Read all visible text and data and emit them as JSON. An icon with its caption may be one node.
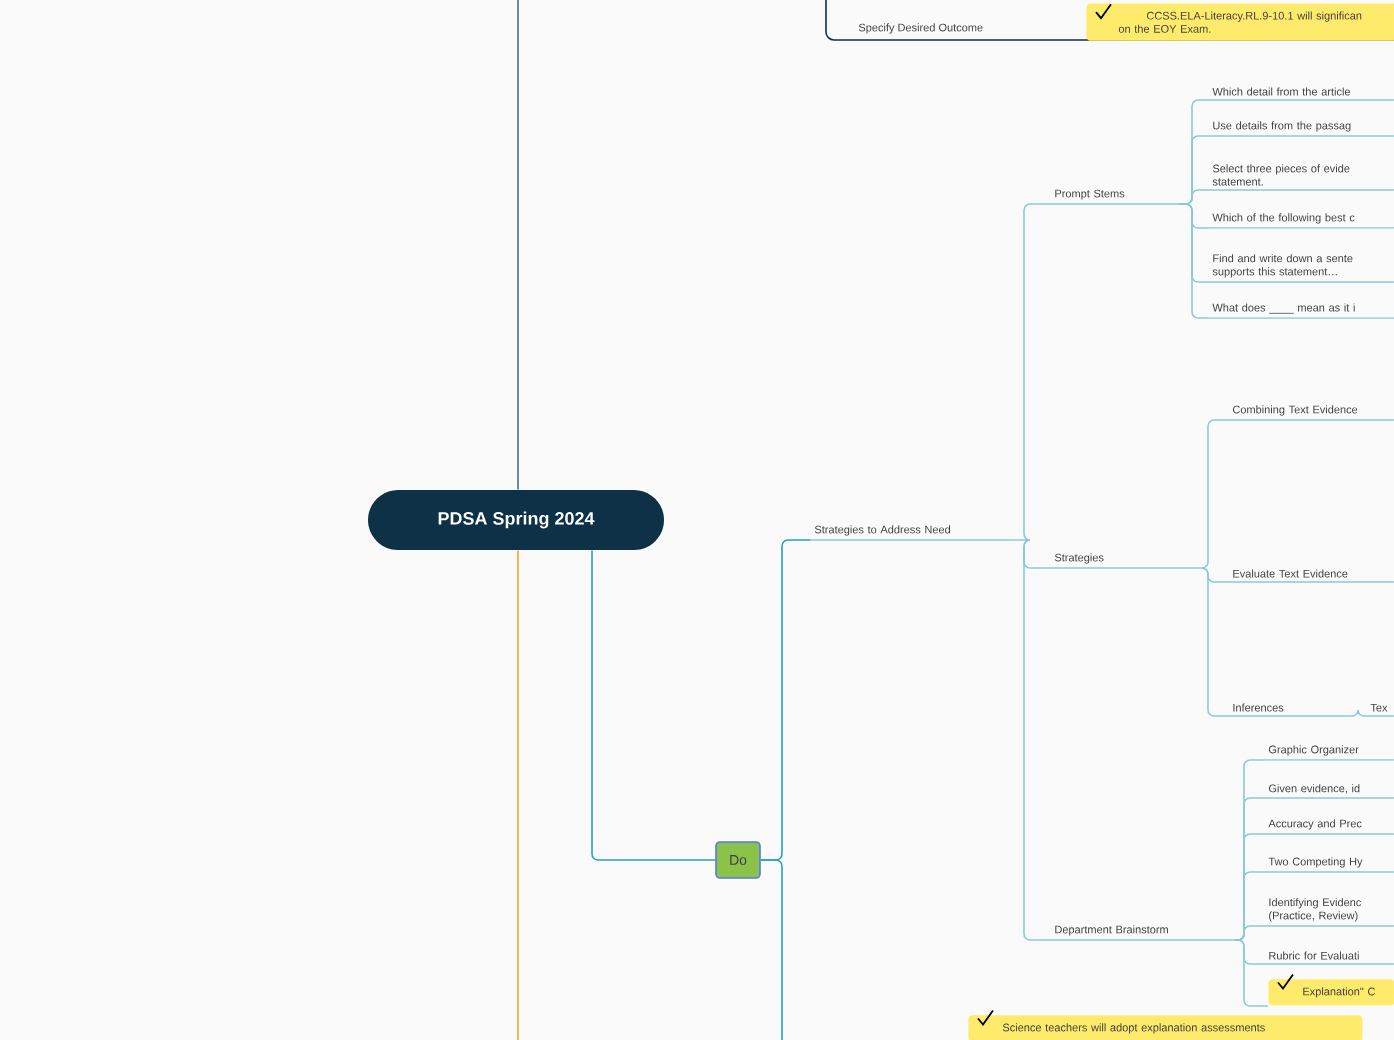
{
  "diagram": {
    "nodes": [
      {
        "text": [
          "PDSA Spring 2024"
        ]
      },
      {
        "text": [
          "Specify Desired Outcome"
        ]
      },
      {
        "text": [
          "CCSS.ELA-Literacy.RL.9-10.1 will significan on the EOY Exam."
        ],
        "in": 1
      },
      {
        "text": [
          "Do"
        ]
      },
      {
        "text": [
          "Strategies to Address Need"
        ]
      },
      {
        "text": [
          "Prompt Stems"
        ]
      },
      {
        "text": [
          "Which detail from the article"
        ]
      },
      {
        "text": [
          "Use details from the passag"
        ]
      },
      {
        "text": [
          "Select three pieces of evide statement."
        ]
      },
      {
        "text": [
          "Which of the following best c"
        ]
      },
      {
        "text": [
          "Find and write down a sente supports this statement…"
        ]
      },
      {
        "text": [
          "What does ____ mean as it i"
        ]
      },
      {
        "text": [
          "Strategies"
        ]
      },
      {
        "text": [
          "Combining Text Evidence"
        ]
      },
      {
        "text": [
          "Evaluate Text Evidence"
        ]
      },
      {
        "text": [
          "Inferences"
        ]
      },
      {
        "text": [
          "Tex"
        ]
      },
      {
        "text": [
          "Department Brainstorm"
        ]
      },
      {
        "text": [
          "Graphic Organizer"
        ]
      },
      {
        "text": [
          "Given evidence, id"
        ]
      },
      {
        "text": [
          "Accuracy and Prec"
        ]
      },
      {
        "text": [
          "Two Competing Hy"
        ]
      },
      {
        "text": [
          "Identifying Evidenc (Practice, Review)"
        ]
      },
      {
        "text": [
          "Rubric for Evaluati"
        ]
      },
      {
        "text": [
          "Explanation\" C"
        ]
      },
      {
        "text": [
          "Science teachers will adopt explanation assessments"
        ]
      }
    ],
    "edges": [
      {
        "from": 0,
        "to": null,
        "arrow": "none",
        "color": "#4e6e7e"
      },
      {
        "from": 0,
        "to": null,
        "arrow": "none",
        "color": "#f5a623"
      },
      {
        "from": 0,
        "to": 3,
        "arrow": "none",
        "color": "#2a9fc0"
      },
      {
        "from": 3,
        "to": 4,
        "arrow": "none",
        "color": "#2a9fc0"
      },
      {
        "from": 3,
        "to": null,
        "arrow": "none",
        "color": "#2a9fc0"
      },
      {
        "from": 4,
        "to": 5,
        "arrow": "none"
      },
      {
        "from": 4,
        "to": 12,
        "arrow": "none"
      },
      {
        "from": 4,
        "to": 17,
        "arrow": "none"
      },
      {
        "from": 5,
        "to": 6,
        "arrow": "none"
      },
      {
        "from": 5,
        "to": 7,
        "arrow": "none"
      },
      {
        "from": 5,
        "to": 8,
        "arrow": "none"
      },
      {
        "from": 5,
        "to": 9,
        "arrow": "none"
      },
      {
        "from": 5,
        "to": 10,
        "arrow": "none"
      },
      {
        "from": 5,
        "to": 11,
        "arrow": "none"
      },
      {
        "from": 12,
        "to": 13,
        "arrow": "none"
      },
      {
        "from": 12,
        "to": 14,
        "arrow": "none"
      },
      {
        "from": 12,
        "to": 15,
        "arrow": "none"
      },
      {
        "from": 15,
        "to": 16,
        "arrow": "none"
      },
      {
        "from": 17,
        "to": 18,
        "arrow": "none"
      },
      {
        "from": 17,
        "to": 19,
        "arrow": "none"
      },
      {
        "from": 17,
        "to": 20,
        "arrow": "none"
      },
      {
        "from": 17,
        "to": 21,
        "arrow": "none"
      },
      {
        "from": 17,
        "to": 22,
        "arrow": "none"
      },
      {
        "from": 17,
        "to": 23,
        "arrow": "none"
      },
      {
        "from": 17,
        "to": 24,
        "arrow": "none"
      }
    ]
  }
}
